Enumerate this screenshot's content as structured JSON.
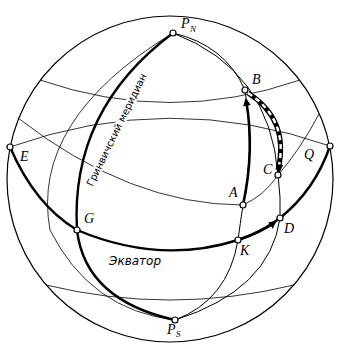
{
  "diagram": {
    "labels": [
      "Гринвичский меридиан",
      "Экватор",
      "P",
      "N",
      "B",
      "A",
      "C",
      "Q",
      "E",
      "G",
      "K",
      "D",
      "P",
      "S"
    ]
  }
}
